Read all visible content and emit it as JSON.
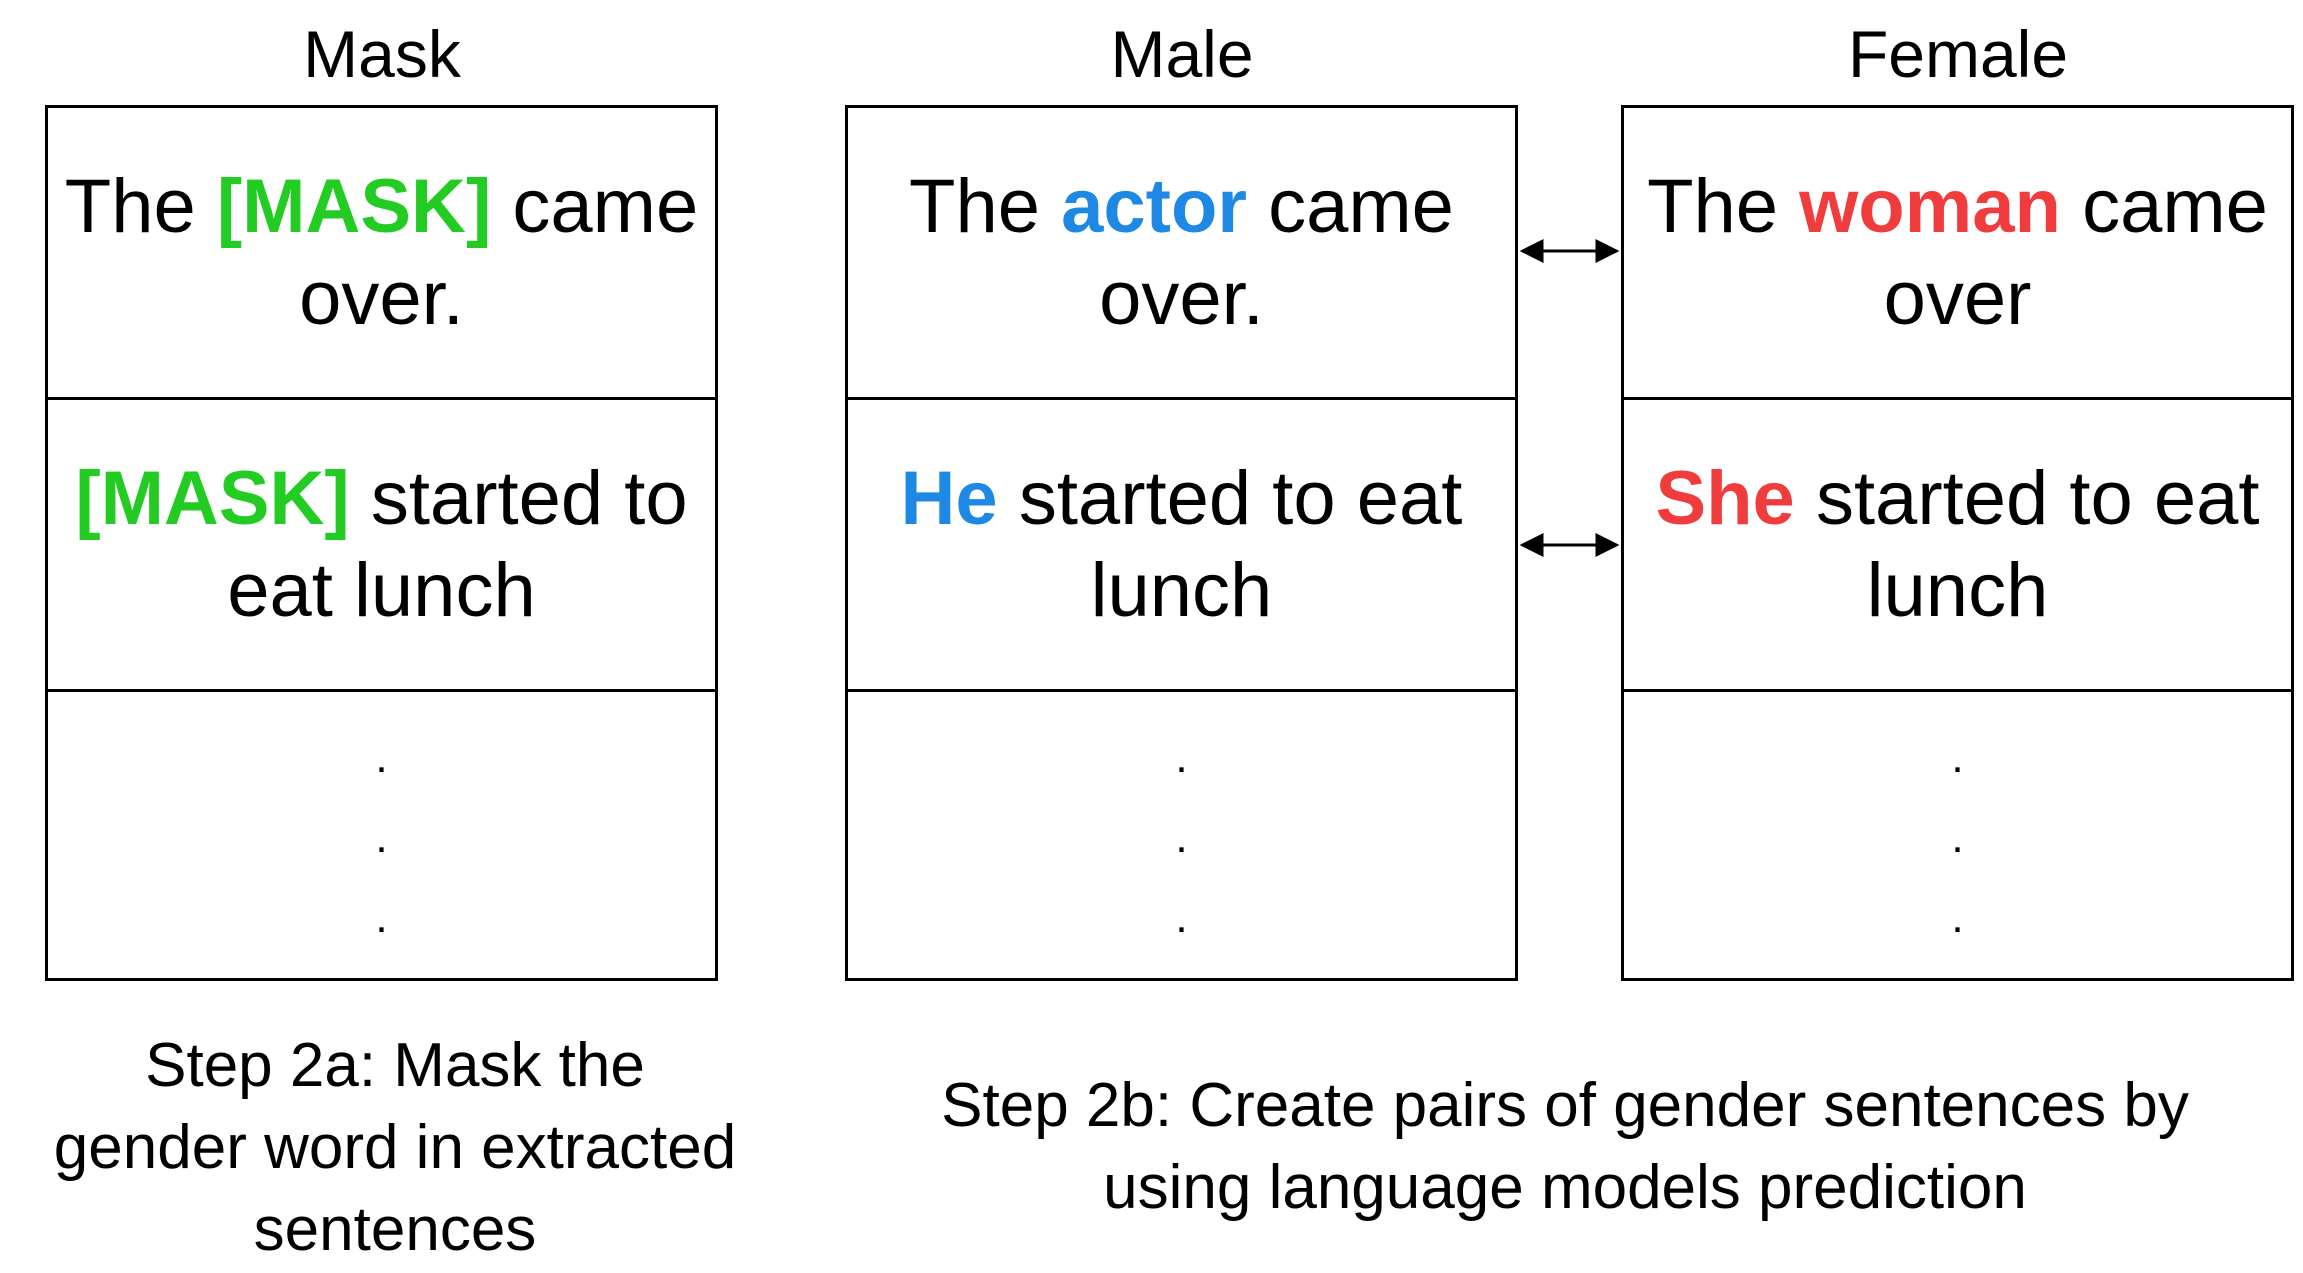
{
  "colors": {
    "mask": "#22cc22",
    "male": "#1e88e5",
    "female": "#f03c3c"
  },
  "columns": {
    "mask": {
      "title": "Mask",
      "rows": [
        {
          "pre": "The ",
          "kw": "[MASK]",
          "post": " came",
          "line2": "over."
        },
        {
          "pre": "",
          "kw": "[MASK]",
          "post": " started to",
          "line2": "eat lunch"
        }
      ],
      "dots": ".\n.\n."
    },
    "male": {
      "title": "Male",
      "rows": [
        {
          "pre": "The ",
          "kw": "actor",
          "post": " came",
          "line2": "over."
        },
        {
          "pre": "",
          "kw": "He",
          "post": " started to eat",
          "line2": "lunch"
        }
      ],
      "dots": ".\n.\n."
    },
    "female": {
      "title": "Female",
      "rows": [
        {
          "pre": "The ",
          "kw": "woman",
          "post": " came",
          "line2": "over"
        },
        {
          "pre": "",
          "kw": "She",
          "post": " started to eat",
          "line2": "lunch"
        }
      ],
      "dots": ".\n.\n."
    }
  },
  "captions": {
    "step2a": "Step 2a: Mask the\ngender word in extracted\nsentences",
    "step2b": "Step 2b: Create pairs of gender sentences by\nusing language models prediction"
  }
}
